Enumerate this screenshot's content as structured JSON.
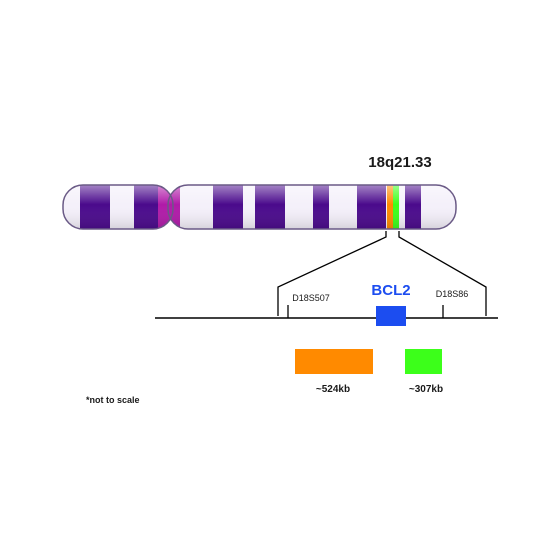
{
  "band_label": "18q21.33",
  "gene_label": "BCL2",
  "marker_left": "D18S507",
  "marker_right": "D18S86",
  "probe_orange_size": "~524kb",
  "probe_green_size": "~307kb",
  "footnote": "*not to scale",
  "colors": {
    "band_dark": "#4a0a8c",
    "band_light": "#f4f0fa",
    "centromere": "#b01aa8",
    "outline": "#6a5a86",
    "probe_orange": "#ff8a00",
    "probe_green": "#3cff1a",
    "gene": "#1c4df0",
    "gene_text": "#1c4df0",
    "line": "#000000"
  }
}
